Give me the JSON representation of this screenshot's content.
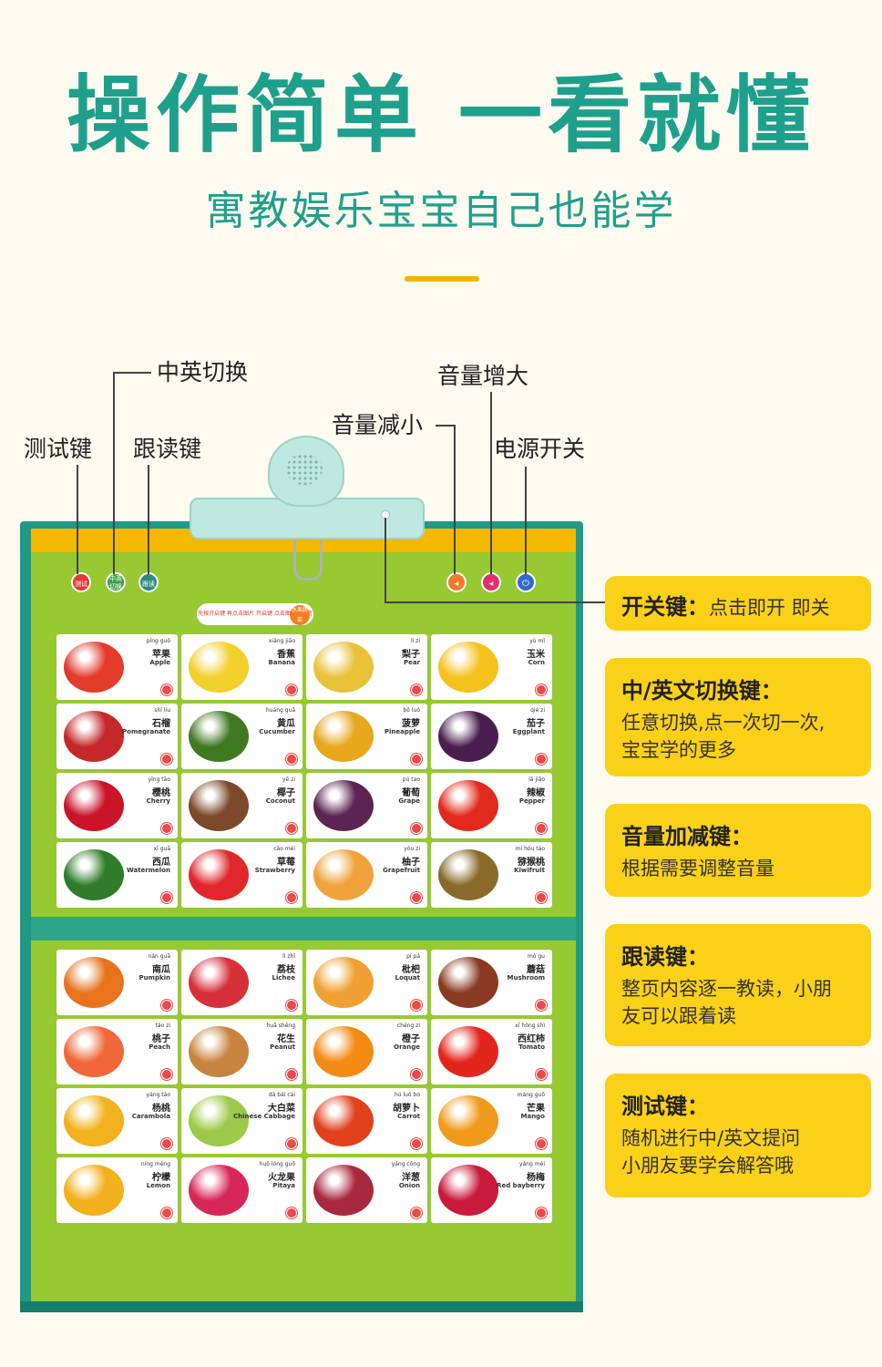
{
  "title": "操作简单 一看就懂",
  "subtitle": "寓教娱乐宝宝自己也能学",
  "labels": {
    "lang_switch": "中英切换",
    "volume_up": "音量增大",
    "volume_down": "音量减小",
    "test_key": "测试键",
    "follow_key": "跟读键",
    "power": "电源开关"
  },
  "board": {
    "buttons": [
      "测试",
      "中英切换",
      "跟读"
    ],
    "banner": "先按开启键 再点击图片 开启键 点击图片听发音",
    "badge": "水果蔬菜",
    "colors": {
      "frame": "#1e9a87",
      "panel": "#96c932",
      "strip": "#f5b800"
    },
    "cards_top": [
      {
        "py": "píng guǒ",
        "cn": "苹果",
        "en": "Apple",
        "color": "#e33b2c"
      },
      {
        "py": "xiāng jiāo",
        "cn": "香蕉",
        "en": "Banana",
        "color": "#f2d02c"
      },
      {
        "py": "lí zi",
        "cn": "梨子",
        "en": "Pear",
        "color": "#e9c23a"
      },
      {
        "py": "yù mǐ",
        "cn": "玉米",
        "en": "Corn",
        "color": "#f4c21f"
      },
      {
        "py": "shí liu",
        "cn": "石榴",
        "en": "Pomegranate",
        "color": "#c5282a"
      },
      {
        "py": "huáng guā",
        "cn": "黄瓜",
        "en": "Cucumber",
        "color": "#3f7a22"
      },
      {
        "py": "bō luó",
        "cn": "菠萝",
        "en": "Pineapple",
        "color": "#e7a81e"
      },
      {
        "py": "qié zi",
        "cn": "茄子",
        "en": "Eggplant",
        "color": "#4a1f4f"
      },
      {
        "py": "yīng tāo",
        "cn": "樱桃",
        "en": "Cherry",
        "color": "#c9142a"
      },
      {
        "py": "yē zi",
        "cn": "椰子",
        "en": "Coconut",
        "color": "#7a4a2a"
      },
      {
        "py": "pú tao",
        "cn": "葡萄",
        "en": "Grape",
        "color": "#5b2452"
      },
      {
        "py": "là jiāo",
        "cn": "辣椒",
        "en": "Pepper",
        "color": "#e22a1c"
      },
      {
        "py": "xī guā",
        "cn": "西瓜",
        "en": "Watermelon",
        "color": "#2f7d2a"
      },
      {
        "py": "cǎo méi",
        "cn": "草莓",
        "en": "Strawberry",
        "color": "#e0282c"
      },
      {
        "py": "yòu zi",
        "cn": "柚子",
        "en": "Grapefruit",
        "color": "#f0a23c"
      },
      {
        "py": "mí hóu táo",
        "cn": "猕猴桃",
        "en": "Kiwifruit",
        "color": "#8a6a2a"
      }
    ],
    "cards_bottom": [
      {
        "py": "nán guā",
        "cn": "南瓜",
        "en": "Pumpkin",
        "color": "#e8731c"
      },
      {
        "py": "lì zhī",
        "cn": "荔枝",
        "en": "Lichee",
        "color": "#d6303a"
      },
      {
        "py": "pí pá",
        "cn": "枇杷",
        "en": "Loquat",
        "color": "#f0a032"
      },
      {
        "py": "mó gu",
        "cn": "蘑菇",
        "en": "Mushroom",
        "color": "#8a3a22"
      },
      {
        "py": "táo zi",
        "cn": "桃子",
        "en": "Peach",
        "color": "#f0683a"
      },
      {
        "py": "huā shēng",
        "cn": "花生",
        "en": "Peanut",
        "color": "#c8843e"
      },
      {
        "py": "chéng zi",
        "cn": "橙子",
        "en": "Orange",
        "color": "#f28a14"
      },
      {
        "py": "xī hóng shì",
        "cn": "西红柿",
        "en": "Tomato",
        "color": "#e3261c"
      },
      {
        "py": "yáng táo",
        "cn": "杨桃",
        "en": "Carambola",
        "color": "#f2b21e"
      },
      {
        "py": "dà bái cài",
        "cn": "大白菜",
        "en": "Chinese Cabbage",
        "color": "#9cc94a"
      },
      {
        "py": "hú luó bo",
        "cn": "胡萝卜",
        "en": "Carrot",
        "color": "#e0401c"
      },
      {
        "py": "máng guǒ",
        "cn": "芒果",
        "en": "Mango",
        "color": "#f09a1c"
      },
      {
        "py": "níng méng",
        "cn": "柠檬",
        "en": "Lemon",
        "color": "#f2b01c"
      },
      {
        "py": "huǒ lóng guǒ",
        "cn": "火龙果",
        "en": "Pitaya",
        "color": "#d8265a"
      },
      {
        "py": "yáng cōng",
        "cn": "洋葱",
        "en": "Onion",
        "color": "#a8283e"
      },
      {
        "py": "yáng méi",
        "cn": "杨梅",
        "en": "Red bayberry",
        "color": "#c81a3a"
      }
    ]
  },
  "info": {
    "power": {
      "title": "开关键：",
      "desc": "点击即开 即关"
    },
    "lang": {
      "title": "中/英文切换键：",
      "desc1": "任意切换,点一次切一次,",
      "desc2": "宝宝学的更多"
    },
    "volume": {
      "title": "音量加减键：",
      "desc": "根据需要调整音量"
    },
    "follow": {
      "title": "跟读键：",
      "desc1": "整页内容逐一教读，小朋",
      "desc2": "友可以跟着读"
    },
    "test": {
      "title": "测试键：",
      "desc1": "随机进行中/英文提问",
      "desc2": "小朋友要学会解答哦"
    }
  }
}
